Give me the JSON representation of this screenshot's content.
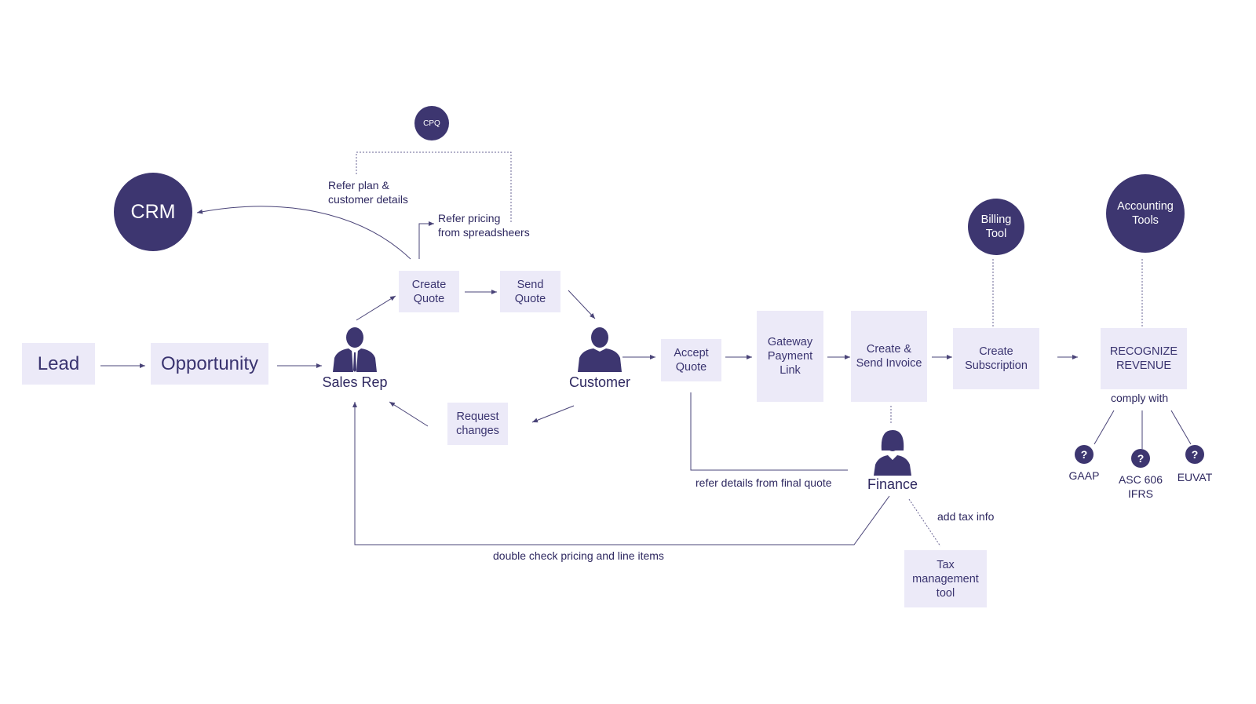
{
  "colors": {
    "node_fill": "#3d3670",
    "box_fill": "#eceaf8",
    "text": "#2e2860",
    "line": "#4a4478"
  },
  "nodes": {
    "lead": "Lead",
    "opportunity": "Opportunity",
    "create_quote": "Create\nQuote",
    "send_quote": "Send\nQuote",
    "request_changes": "Request\nchanges",
    "accept_quote": "Accept\nQuote",
    "gateway_payment_link": "Gateway\nPayment\nLink",
    "create_send_invoice": "Create &\nSend Invoice",
    "create_subscription": "Create\nSubscription",
    "recognize_revenue": "RECOGNIZE\nREVENUE",
    "tax_management_tool": "Tax\nmanagement\ntool"
  },
  "systems": {
    "cpq": "CPQ",
    "crm": "CRM",
    "billing_tool": "Billing\nTool",
    "accounting_tools": "Accounting\nTools"
  },
  "actors": {
    "sales_rep": "Sales Rep",
    "customer": "Customer",
    "finance": "Finance"
  },
  "annotations": {
    "refer_plan": "Refer plan &\ncustomer details",
    "refer_pricing": "Refer pricing\nfrom spreadsheers",
    "refer_final_quote": "refer details from final quote",
    "double_check": "double check pricing and line items",
    "add_tax_info": "add tax info",
    "comply_with": "comply with"
  },
  "compliance": [
    {
      "mark": "?",
      "label": "GAAP"
    },
    {
      "mark": "?",
      "label": "ASC 606\nIFRS"
    },
    {
      "mark": "?",
      "label": "EUVAT"
    }
  ],
  "icons": [
    "male-user-icon",
    "male-user-icon",
    "female-user-icon",
    "question-icon"
  ]
}
